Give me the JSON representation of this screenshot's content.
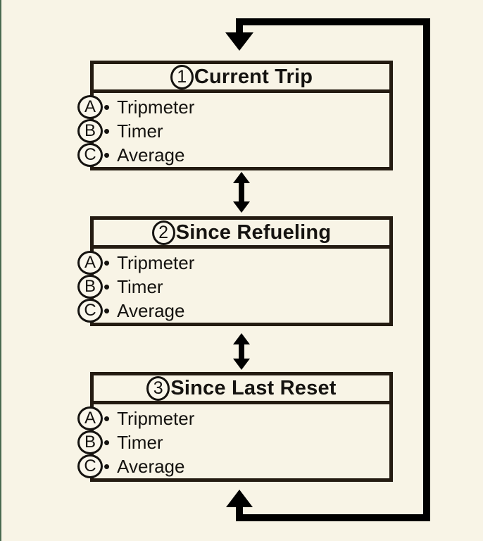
{
  "colors": {
    "background": "#f8f4e6",
    "box_border": "#241b11",
    "arrow": "#000000",
    "text": "#151310",
    "left_edge_green": "#4a6a50"
  },
  "glyphs": {
    "bullet": "•"
  },
  "icons": {
    "loop_arrow": "cycle-loop-arrow (black right-side loop with down arrow into box 1 and up arrow into box 3)",
    "bidirectional_arrow": "vertical double-headed arrow between boxes"
  },
  "boxes": [
    {
      "number": "1",
      "title": "Current Trip",
      "items": [
        {
          "key": "A",
          "label": "Tripmeter"
        },
        {
          "key": "B",
          "label": "Timer"
        },
        {
          "key": "C",
          "label": "Average"
        }
      ]
    },
    {
      "number": "2",
      "title": "Since Refueling",
      "items": [
        {
          "key": "A",
          "label": "Tripmeter"
        },
        {
          "key": "B",
          "label": "Timer"
        },
        {
          "key": "C",
          "label": "Average"
        }
      ]
    },
    {
      "number": "3",
      "title": "Since Last Reset",
      "items": [
        {
          "key": "A",
          "label": "Tripmeter"
        },
        {
          "key": "B",
          "label": "Timer"
        },
        {
          "key": "C",
          "label": "Average"
        }
      ]
    }
  ]
}
